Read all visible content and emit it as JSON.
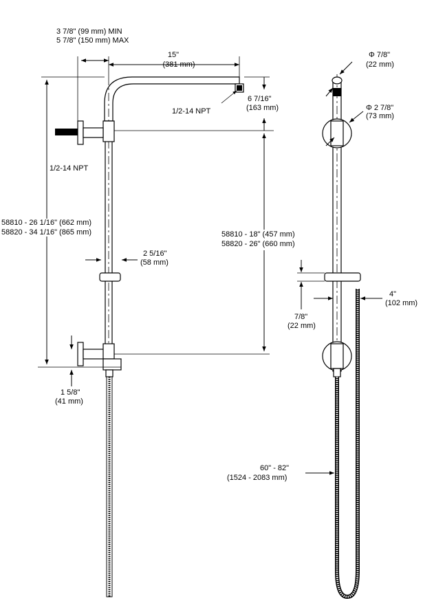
{
  "diagram": {
    "labels": {
      "arm_offset_min": "3 7/8\" (99 mm) MIN",
      "arm_offset_max": "5 7/8\" (150 mm) MAX",
      "arm_length_in": "15\"",
      "arm_length_mm": "(381 mm)",
      "head_drop_in": "6 7/16\"",
      "head_drop_mm": "(163 mm)",
      "npt_head": "1/2-14 NPT",
      "npt_inlet": "1/2-14 NPT",
      "total_height_a": "58810 - 26 1/16\" (662 mm)",
      "total_height_b": "58820 - 34 1/16\" (865 mm)",
      "bracket_in": "2 5/16\"",
      "bracket_mm": "(58 mm)",
      "rail_span_a": "58810 - 18\" (457 mm)",
      "rail_span_b": "58820 - 26\" (660 mm)",
      "bottom_in": "1 5/8\"",
      "bottom_mm": "(41 mm)",
      "top_dia_in": "Φ 7/8\"",
      "top_dia_mm": "(22 mm)",
      "flange_dia_in": "Φ 2 7/8\"",
      "flange_dia_mm": "(73 mm)",
      "holder_offset_in": "4\"",
      "holder_offset_mm": "(102 mm)",
      "holder_height_in": "7/8\"",
      "holder_height_mm": "(22 mm)",
      "hose_len_in": "60\" - 82\"",
      "hose_len_mm": "(1524 - 2083 mm)"
    }
  }
}
